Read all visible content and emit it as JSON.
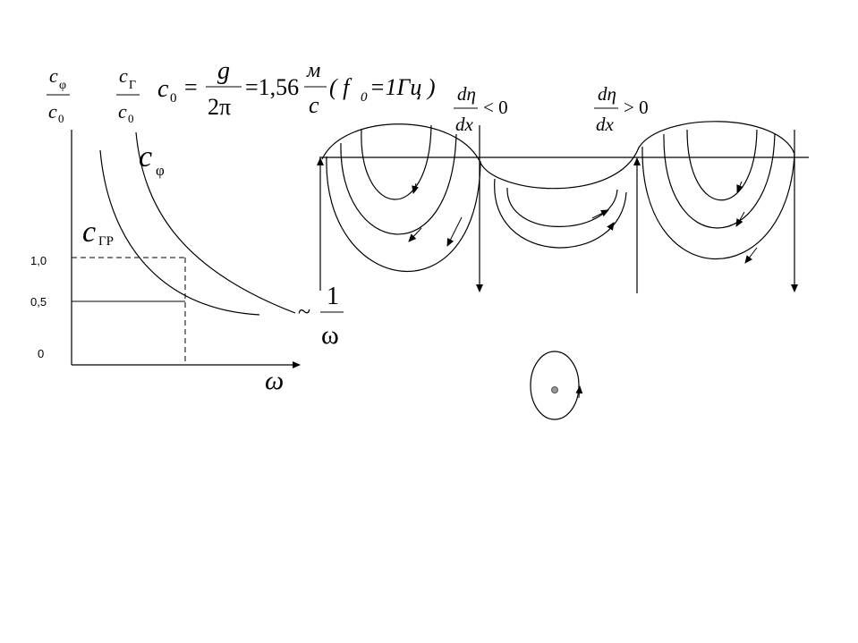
{
  "formula": {
    "c": "c",
    "sub0": "0",
    "eq": "=",
    "g": "g",
    "twopi": "2π",
    "eq2": "=1,56",
    "unit_num": "м",
    "unit_den": "c",
    "paren": "( f",
    "paren_sub": "0",
    "paren_rest": "=1Гц )"
  },
  "ratio_phase": {
    "num": "c",
    "num_sub": "φ",
    "den": "c",
    "den_sub": "0"
  },
  "ratio_group": {
    "num": "c",
    "num_sub": "Γ",
    "den": "c",
    "den_sub": "0"
  },
  "curves": {
    "phase_c": "c",
    "phase_sub": "φ",
    "group_c": "c",
    "group_sub": "ΓΡ"
  },
  "axis": {
    "ticks": [
      "1,0",
      "0,5",
      "0"
    ],
    "x_label": "ω"
  },
  "asymptote": {
    "tilde": "~",
    "num": "1",
    "den": "ω"
  },
  "slopes": {
    "left": {
      "num": "dη",
      "den": "dx",
      "rel": "< 0"
    },
    "right": {
      "num": "dη",
      "den": "dx",
      "rel": "> 0"
    }
  }
}
